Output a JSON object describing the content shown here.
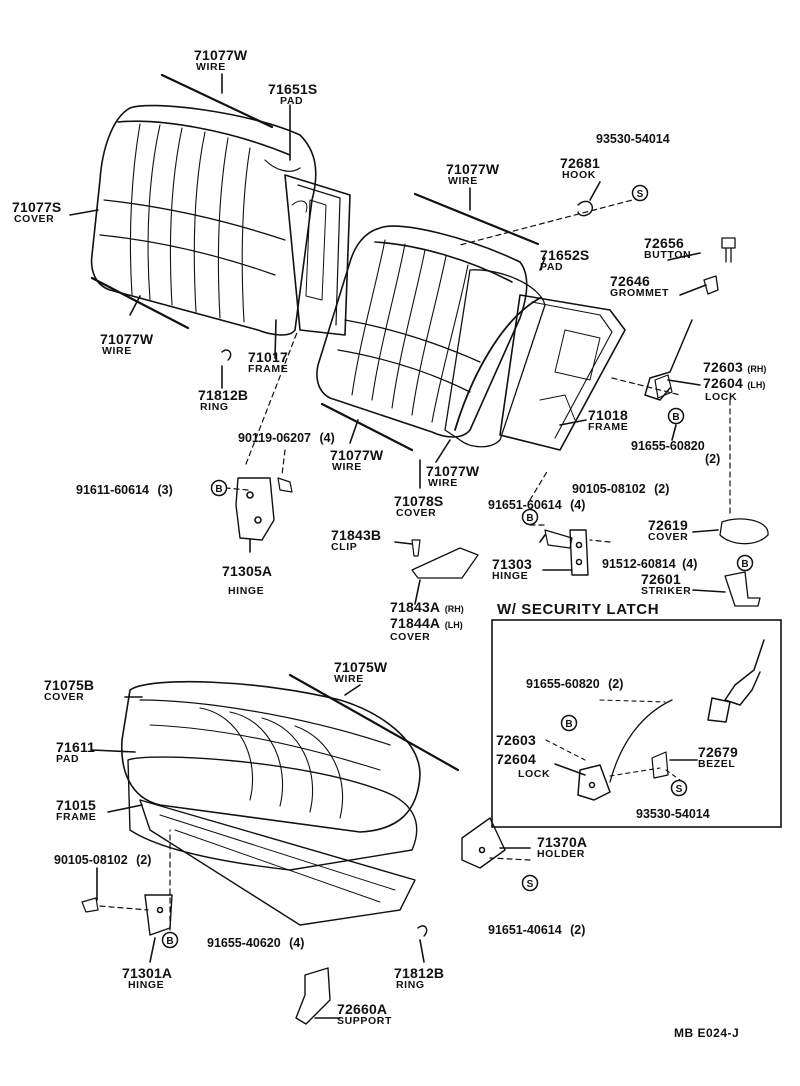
{
  "parts": [
    {
      "id": "p01",
      "number": "71077W",
      "name": "WIRE"
    },
    {
      "id": "p02",
      "number": "71651S",
      "name": "PAD"
    },
    {
      "id": "p03",
      "number": "71077S",
      "name": "COVER"
    },
    {
      "id": "p04",
      "number": "71077W",
      "name": "WIRE"
    },
    {
      "id": "p05",
      "number": "71017",
      "name": "FRAME"
    },
    {
      "id": "p06",
      "number": "71812B",
      "name": "RING"
    },
    {
      "id": "p07",
      "number": "71077W",
      "name": "WIRE"
    },
    {
      "id": "p08",
      "number": "93530-54014",
      "name": ""
    },
    {
      "id": "p09",
      "number": "72681",
      "name": "HOOK"
    },
    {
      "id": "p10",
      "number": "71652S",
      "name": "PAD"
    },
    {
      "id": "p11",
      "number": "72656",
      "name": "BUTTON"
    },
    {
      "id": "p12",
      "number": "72646",
      "name": "GROMMET"
    },
    {
      "id": "p13",
      "number": "72603",
      "suffix": "(RH)",
      "name": ""
    },
    {
      "id": "p14",
      "number": "72604",
      "suffix": "(LH)",
      "name": "LOCK"
    },
    {
      "id": "p15",
      "number": "71018",
      "name": "FRAME"
    },
    {
      "id": "p16",
      "number": "91655-60820",
      "name": "(2)"
    },
    {
      "id": "p17",
      "number": "90119-06207",
      "qty": "(4)",
      "name": ""
    },
    {
      "id": "p18",
      "number": "71077W",
      "name": "WIRE"
    },
    {
      "id": "p19",
      "number": "71077W",
      "name": "WIRE"
    },
    {
      "id": "p20",
      "number": "91611-60614",
      "qty": "(3)",
      "name": ""
    },
    {
      "id": "p21",
      "number": "71078S",
      "name": "COVER"
    },
    {
      "id": "p22",
      "number": "90105-08102",
      "qty": "(2)",
      "name": ""
    },
    {
      "id": "p23",
      "number": "91651-60614",
      "qty": "(4)",
      "name": ""
    },
    {
      "id": "p24",
      "number": "72619",
      "name": "COVER"
    },
    {
      "id": "p25",
      "number": "71305A",
      "name": "HINGE"
    },
    {
      "id": "p26",
      "number": "71843B",
      "name": "CLIP"
    },
    {
      "id": "p27",
      "number": "71303",
      "name": "HINGE"
    },
    {
      "id": "p28",
      "number": "91512-60814",
      "qty": "(4)",
      "name": ""
    },
    {
      "id": "p29",
      "number": "72601",
      "name": "STRIKER"
    },
    {
      "id": "p30",
      "number": "71843A",
      "suffix": "(RH)",
      "name": ""
    },
    {
      "id": "p31",
      "number": "71844A",
      "suffix": "(LH)",
      "name": "COVER"
    },
    {
      "id": "p32",
      "number": "71075W",
      "name": "WIRE"
    },
    {
      "id": "p33",
      "number": "71075B",
      "name": "COVER"
    },
    {
      "id": "p34",
      "number": "71611",
      "name": "PAD"
    },
    {
      "id": "p35",
      "number": "71015",
      "name": "FRAME"
    },
    {
      "id": "p36",
      "number": "90105-08102",
      "qty": "(2)",
      "name": ""
    },
    {
      "id": "p37",
      "number": "91655-40620",
      "qty": "(4)",
      "name": ""
    },
    {
      "id": "p38",
      "number": "71301A",
      "name": "HINGE"
    },
    {
      "id": "p39",
      "number": "71812B",
      "name": "RING"
    },
    {
      "id": "p40",
      "number": "72660A",
      "name": "SUPPORT"
    },
    {
      "id": "p41",
      "number": "71370A",
      "name": "HOLDER"
    },
    {
      "id": "p42",
      "number": "91651-40614",
      "qty": "(2)",
      "name": ""
    }
  ],
  "inset": {
    "title": "W/ SECURITY  LATCH",
    "parts": [
      {
        "id": "i1",
        "number": "91655-60820",
        "qty": "(2)",
        "name": ""
      },
      {
        "id": "i2",
        "number": "72603",
        "name": ""
      },
      {
        "id": "i3",
        "number": "72604",
        "name": "LOCK"
      },
      {
        "id": "i4",
        "number": "72679",
        "name": "BEZEL"
      },
      {
        "id": "i5",
        "number": "93530-54014",
        "name": ""
      }
    ]
  },
  "symbols": {
    "bolt": "B",
    "screw": "S"
  },
  "footer_code": "MB  E024-J"
}
